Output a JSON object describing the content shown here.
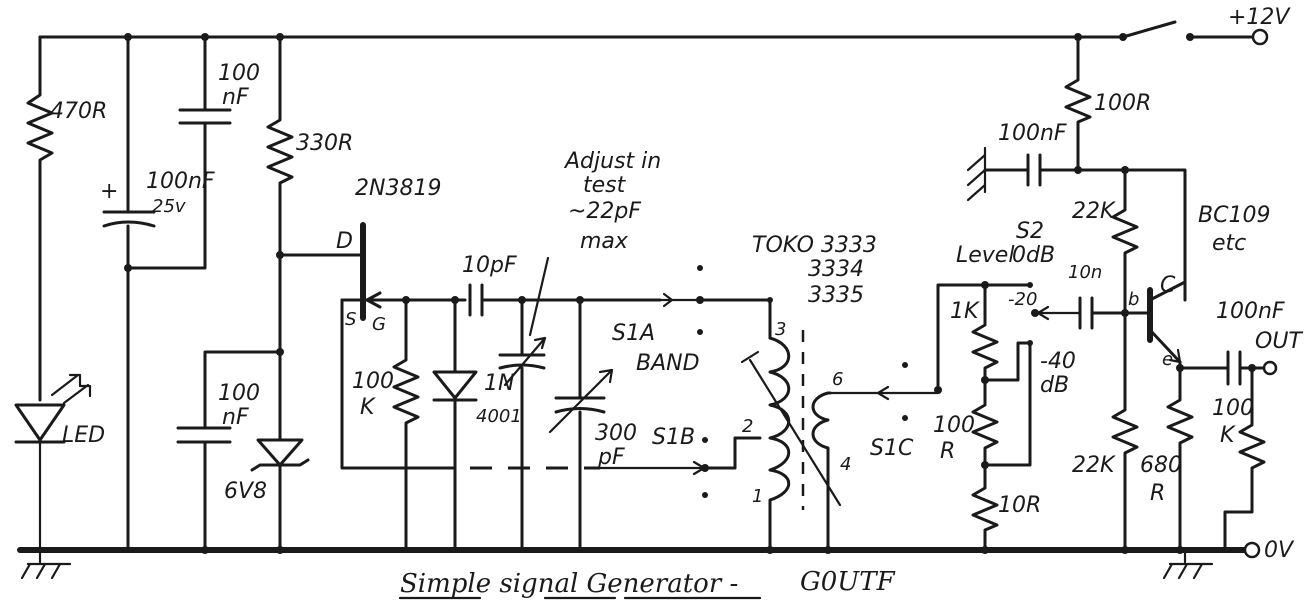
{
  "title": "Simple signal Generator -",
  "author": "G0UTF",
  "supply": {
    "positive": "+12V",
    "ground": "0V"
  },
  "components": {
    "r_led": "470R",
    "c_top": [
      "100",
      "nF"
    ],
    "c_elec": [
      "100nF",
      "25v"
    ],
    "c_elec_plus": "+",
    "r_330": "330R",
    "jfet": "2N3819",
    "jfet_d": "D",
    "jfet_s": "S",
    "jfet_g": "G",
    "c_bot": [
      "100",
      "nF"
    ],
    "zener": "6V8",
    "led": "LED",
    "r_100k_gate": [
      "100",
      "K"
    ],
    "diode": [
      "1N",
      "4001"
    ],
    "c_10pf": "10pF",
    "trimmer": [
      "Adjust in",
      "test",
      "~22pF",
      "max"
    ],
    "varcap": [
      "300",
      "pF"
    ],
    "s1a": [
      "S1A",
      "BAND"
    ],
    "s1b": "S1B",
    "s1c": "S1C",
    "toko": [
      "TOKO 3333",
      "3334",
      "3335"
    ],
    "pins": [
      "3",
      "2",
      "1",
      "6",
      "4"
    ],
    "level_sw": [
      "S2",
      "Level",
      "0dB",
      "-20",
      "-40",
      "dB"
    ],
    "r_1k": "1K",
    "r_100r_att": [
      "100",
      "R"
    ],
    "r_10r": "10R",
    "c_10n": "10n",
    "r_100r_top": "100R",
    "c_100nf_dec": "100nF",
    "r_22k_top": "22K",
    "r_22k_bot": "22K",
    "bjt": [
      "BC109",
      "etc"
    ],
    "bjt_b": "b",
    "bjt_c": "C",
    "bjt_e": "e",
    "r_680r": [
      "680",
      "R"
    ],
    "c_out": "100nF",
    "r_100k_out": [
      "100",
      "K"
    ],
    "out": "OUT"
  }
}
